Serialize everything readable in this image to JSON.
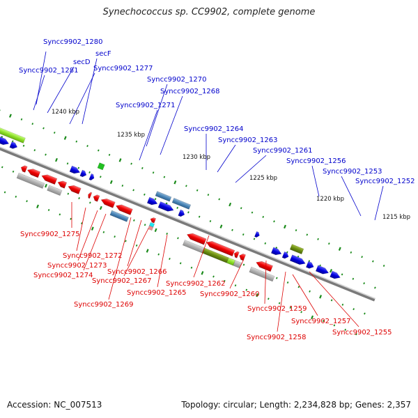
{
  "title": "Synechococcus sp. CC9902, complete genome",
  "footer": {
    "accession": "Accession: NC_007513",
    "info": "Topology: circular; Length: 2,234,828 bp; Genes: 2,357"
  },
  "colors": {
    "forward_label": "#0000cc",
    "reverse_label": "#dd0000",
    "backbone": "#7a7a7a",
    "tick": "#1a8a1a",
    "forward_cds": "#0000dd",
    "reverse_cds": "#ee0000",
    "gray_feature": "#b0b0b0",
    "steel_feature": "#4a86b8",
    "olive_feature": "#6a8c10",
    "lime_feature": "#8ee02a",
    "cyan_feature": "#20e6f0",
    "green_feature": "#22c022"
  },
  "kbp_ticks": [
    "1240 kbp",
    "1235 kbp",
    "1230 kbp",
    "1225 kbp",
    "1220 kbp",
    "1215 kbp"
  ],
  "forward_labels": [
    "Syncc9902_1280",
    "Syncc9902_1281",
    "secD",
    "secF",
    "Syncc9902_1277",
    "Syncc9902_1270",
    "Syncc9902_1268",
    "Syncc9902_1271",
    "Syncc9902_1264",
    "Syncc9902_1263",
    "Syncc9902_1261",
    "Syncc9902_1256",
    "Syncc9902_1253",
    "Syncc9902_1252"
  ],
  "reverse_labels": [
    "Syncc9902_1275",
    "Syncc9902_1272",
    "Syncc9902_1273",
    "Syncc9902_1274",
    "Syncc9902_1266",
    "Syncc9902_1267",
    "Syncc9902_1269",
    "Syncc9902_1265",
    "Syncc9902_1262",
    "Syncc9902_1260",
    "Syncc9902_1259",
    "Syncc9902_1258",
    "Syncc9902_1257",
    "Syncc9902_1255"
  ]
}
